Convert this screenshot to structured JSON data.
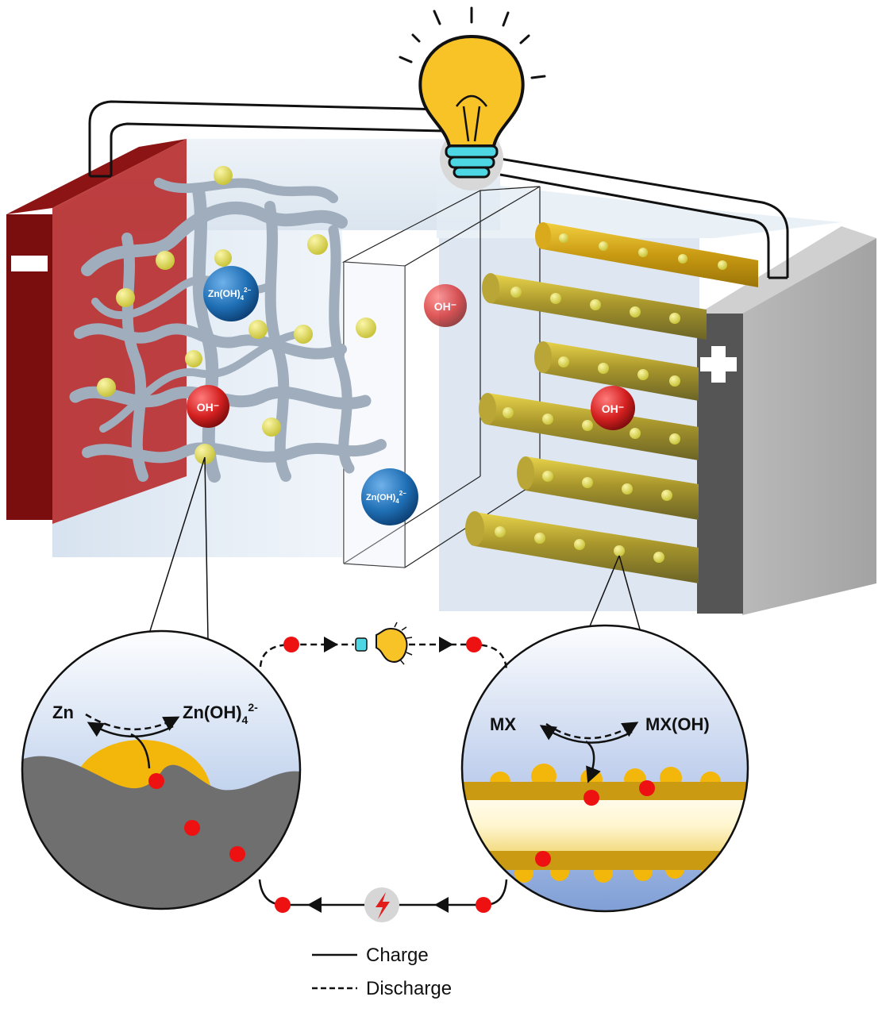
{
  "battery": {
    "negative_sign": "−",
    "positive_sign": "+"
  },
  "ions": {
    "zincate": {
      "base": "Zn(OH)",
      "sub": "4",
      "sup": "2−"
    },
    "hydroxide": "OH⁻"
  },
  "anode_reaction": {
    "left": "Zn",
    "right_base": "Zn(OH)",
    "right_sub": "4",
    "right_sup": "2-"
  },
  "cathode_reaction": {
    "left": "MX",
    "right": "MX(OH)"
  },
  "legend": {
    "charge": "Charge",
    "discharge": "Discharge"
  },
  "icons": {
    "bulb": "lightbulb-icon",
    "charger": "lightning-bolt-icon"
  },
  "colors": {
    "anode_plate": "#a61b1b",
    "cathode_plate": "#5a5a5a",
    "electron": "#ee1111",
    "zincate_ion": "#1f6fb5",
    "hydroxide_ion": "#d42020",
    "rod_gold": "#c9a227",
    "bulb_yellow": "#f7c326"
  }
}
